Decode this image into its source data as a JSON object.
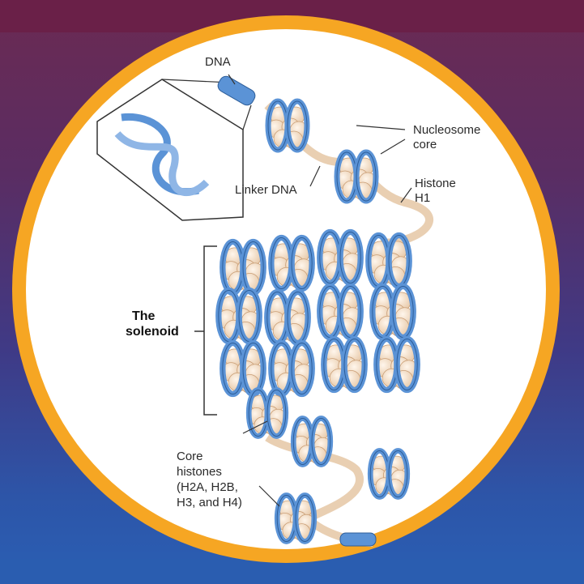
{
  "labels": {
    "dna": "DNA",
    "nucleosome_core_1": "Nucleosome",
    "nucleosome_core_2": "core",
    "linker_dna": "Linker DNA",
    "histone_h1_1": "Histone",
    "histone_h1_2": "H1",
    "solenoid_1": "The",
    "solenoid_2": "solenoid",
    "core_histones_1": "Core",
    "core_histones_2": "histones",
    "core_histones_3": "(H2A, H2B,",
    "core_histones_4": "H3, and H4)"
  },
  "colors": {
    "ring": "#f6a623",
    "dna_blue": "#5b93d6",
    "histone_bead": "#f3dcc4",
    "background_top": "#6b2a52",
    "background_bottom": "#2a5fb4"
  }
}
